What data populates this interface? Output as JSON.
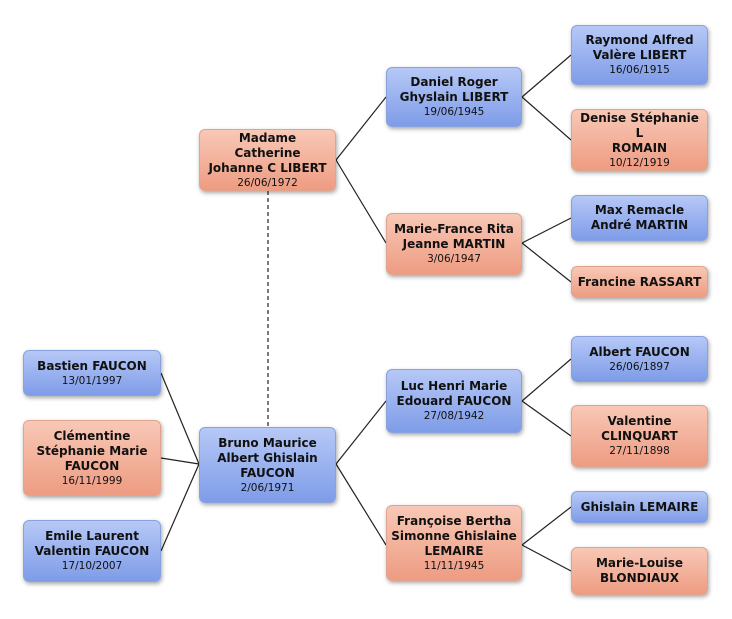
{
  "colors": {
    "male": "#8ea9ec",
    "female": "#f2aa92",
    "line": "#222222"
  },
  "people": {
    "catherine": {
      "name1": "Madame Catherine",
      "name2": "Johanne C LIBERT",
      "name3": "",
      "date": "26/06/1972"
    },
    "bruno": {
      "name1": "Bruno Maurice",
      "name2": "Albert Ghislain",
      "name3": "FAUCON",
      "date": "2/06/1971"
    },
    "bastien": {
      "name1": "Bastien FAUCON",
      "name2": "",
      "name3": "",
      "date": "13/01/1997"
    },
    "clementine": {
      "name1": "Clémentine",
      "name2": "Stéphanie Marie",
      "name3": "FAUCON",
      "date": "16/11/1999"
    },
    "emile": {
      "name1": "Emile Laurent",
      "name2": "Valentin FAUCON",
      "name3": "",
      "date": "17/10/2007"
    },
    "daniel": {
      "name1": "Daniel Roger",
      "name2": "Ghyslain LIBERT",
      "name3": "",
      "date": "19/06/1945"
    },
    "mariefrance": {
      "name1": "Marie-France Rita",
      "name2": "Jeanne MARTIN",
      "name3": "",
      "date": "3/06/1947"
    },
    "luc": {
      "name1": "Luc Henri Marie",
      "name2": "Edouard FAUCON",
      "name3": "",
      "date": "27/08/1942"
    },
    "francoise": {
      "name1": "Françoise Bertha",
      "name2": "Simonne Ghislaine",
      "name3": "LEMAIRE",
      "date": "11/11/1945"
    },
    "raymond": {
      "name1": "Raymond Alfred",
      "name2": "Valère LIBERT",
      "name3": "",
      "date": "16/06/1915"
    },
    "denise": {
      "name1": "Denise Stéphanie L",
      "name2": "ROMAIN",
      "name3": "",
      "date": "10/12/1919"
    },
    "max": {
      "name1": "Max Remacle",
      "name2": "André MARTIN",
      "name3": "",
      "date": ""
    },
    "francine": {
      "name1": "Francine RASSART",
      "name2": "",
      "name3": "",
      "date": ""
    },
    "albert": {
      "name1": "Albert FAUCON",
      "name2": "",
      "name3": "",
      "date": "26/06/1897"
    },
    "valentine": {
      "name1": "Valentine",
      "name2": "CLINQUART",
      "name3": "",
      "date": "27/11/1898"
    },
    "ghislain": {
      "name1": "Ghislain LEMAIRE",
      "name2": "",
      "name3": "",
      "date": ""
    },
    "marielouise": {
      "name1": "Marie-Louise",
      "name2": "BLONDIAUX",
      "name3": "",
      "date": ""
    }
  }
}
